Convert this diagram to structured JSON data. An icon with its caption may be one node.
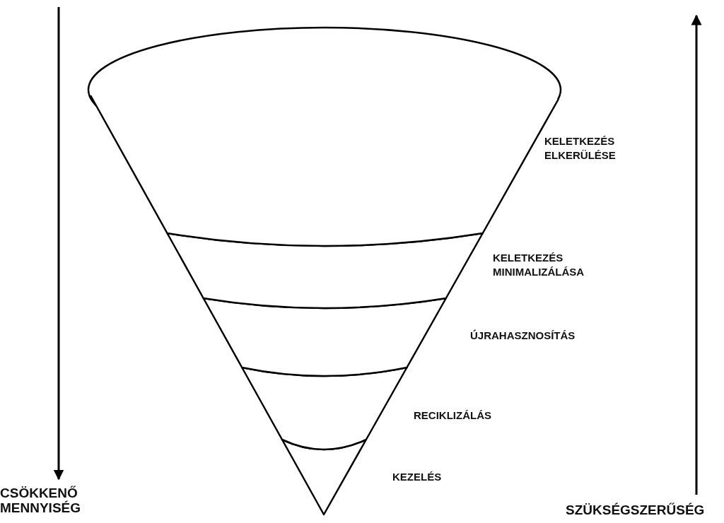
{
  "diagram": {
    "nodes": [
      {
        "text": [],
        "shape": "band",
        "beside": [
          "KELETKEZÉS ELKERÜLÉSE"
        ]
      },
      {
        "text": [],
        "shape": "band",
        "beside": [
          "KELETKEZÉS MINIMALIZÁLÁSA"
        ]
      },
      {
        "text": [],
        "shape": "band",
        "beside": [
          "ÚJRAHASZNOSÍTÁS"
        ]
      },
      {
        "text": [],
        "shape": "band",
        "beside": [
          "RECIKLIZÁLÁS"
        ]
      },
      {
        "text": [],
        "shape": "band",
        "beside": [
          "KEZELÉS"
        ]
      }
    ],
    "edges": [],
    "labels": [
      "CSÖKKENŐ MENNYISÉG",
      "SZÜKSÉGSZERŰSÉG"
    ]
  }
}
